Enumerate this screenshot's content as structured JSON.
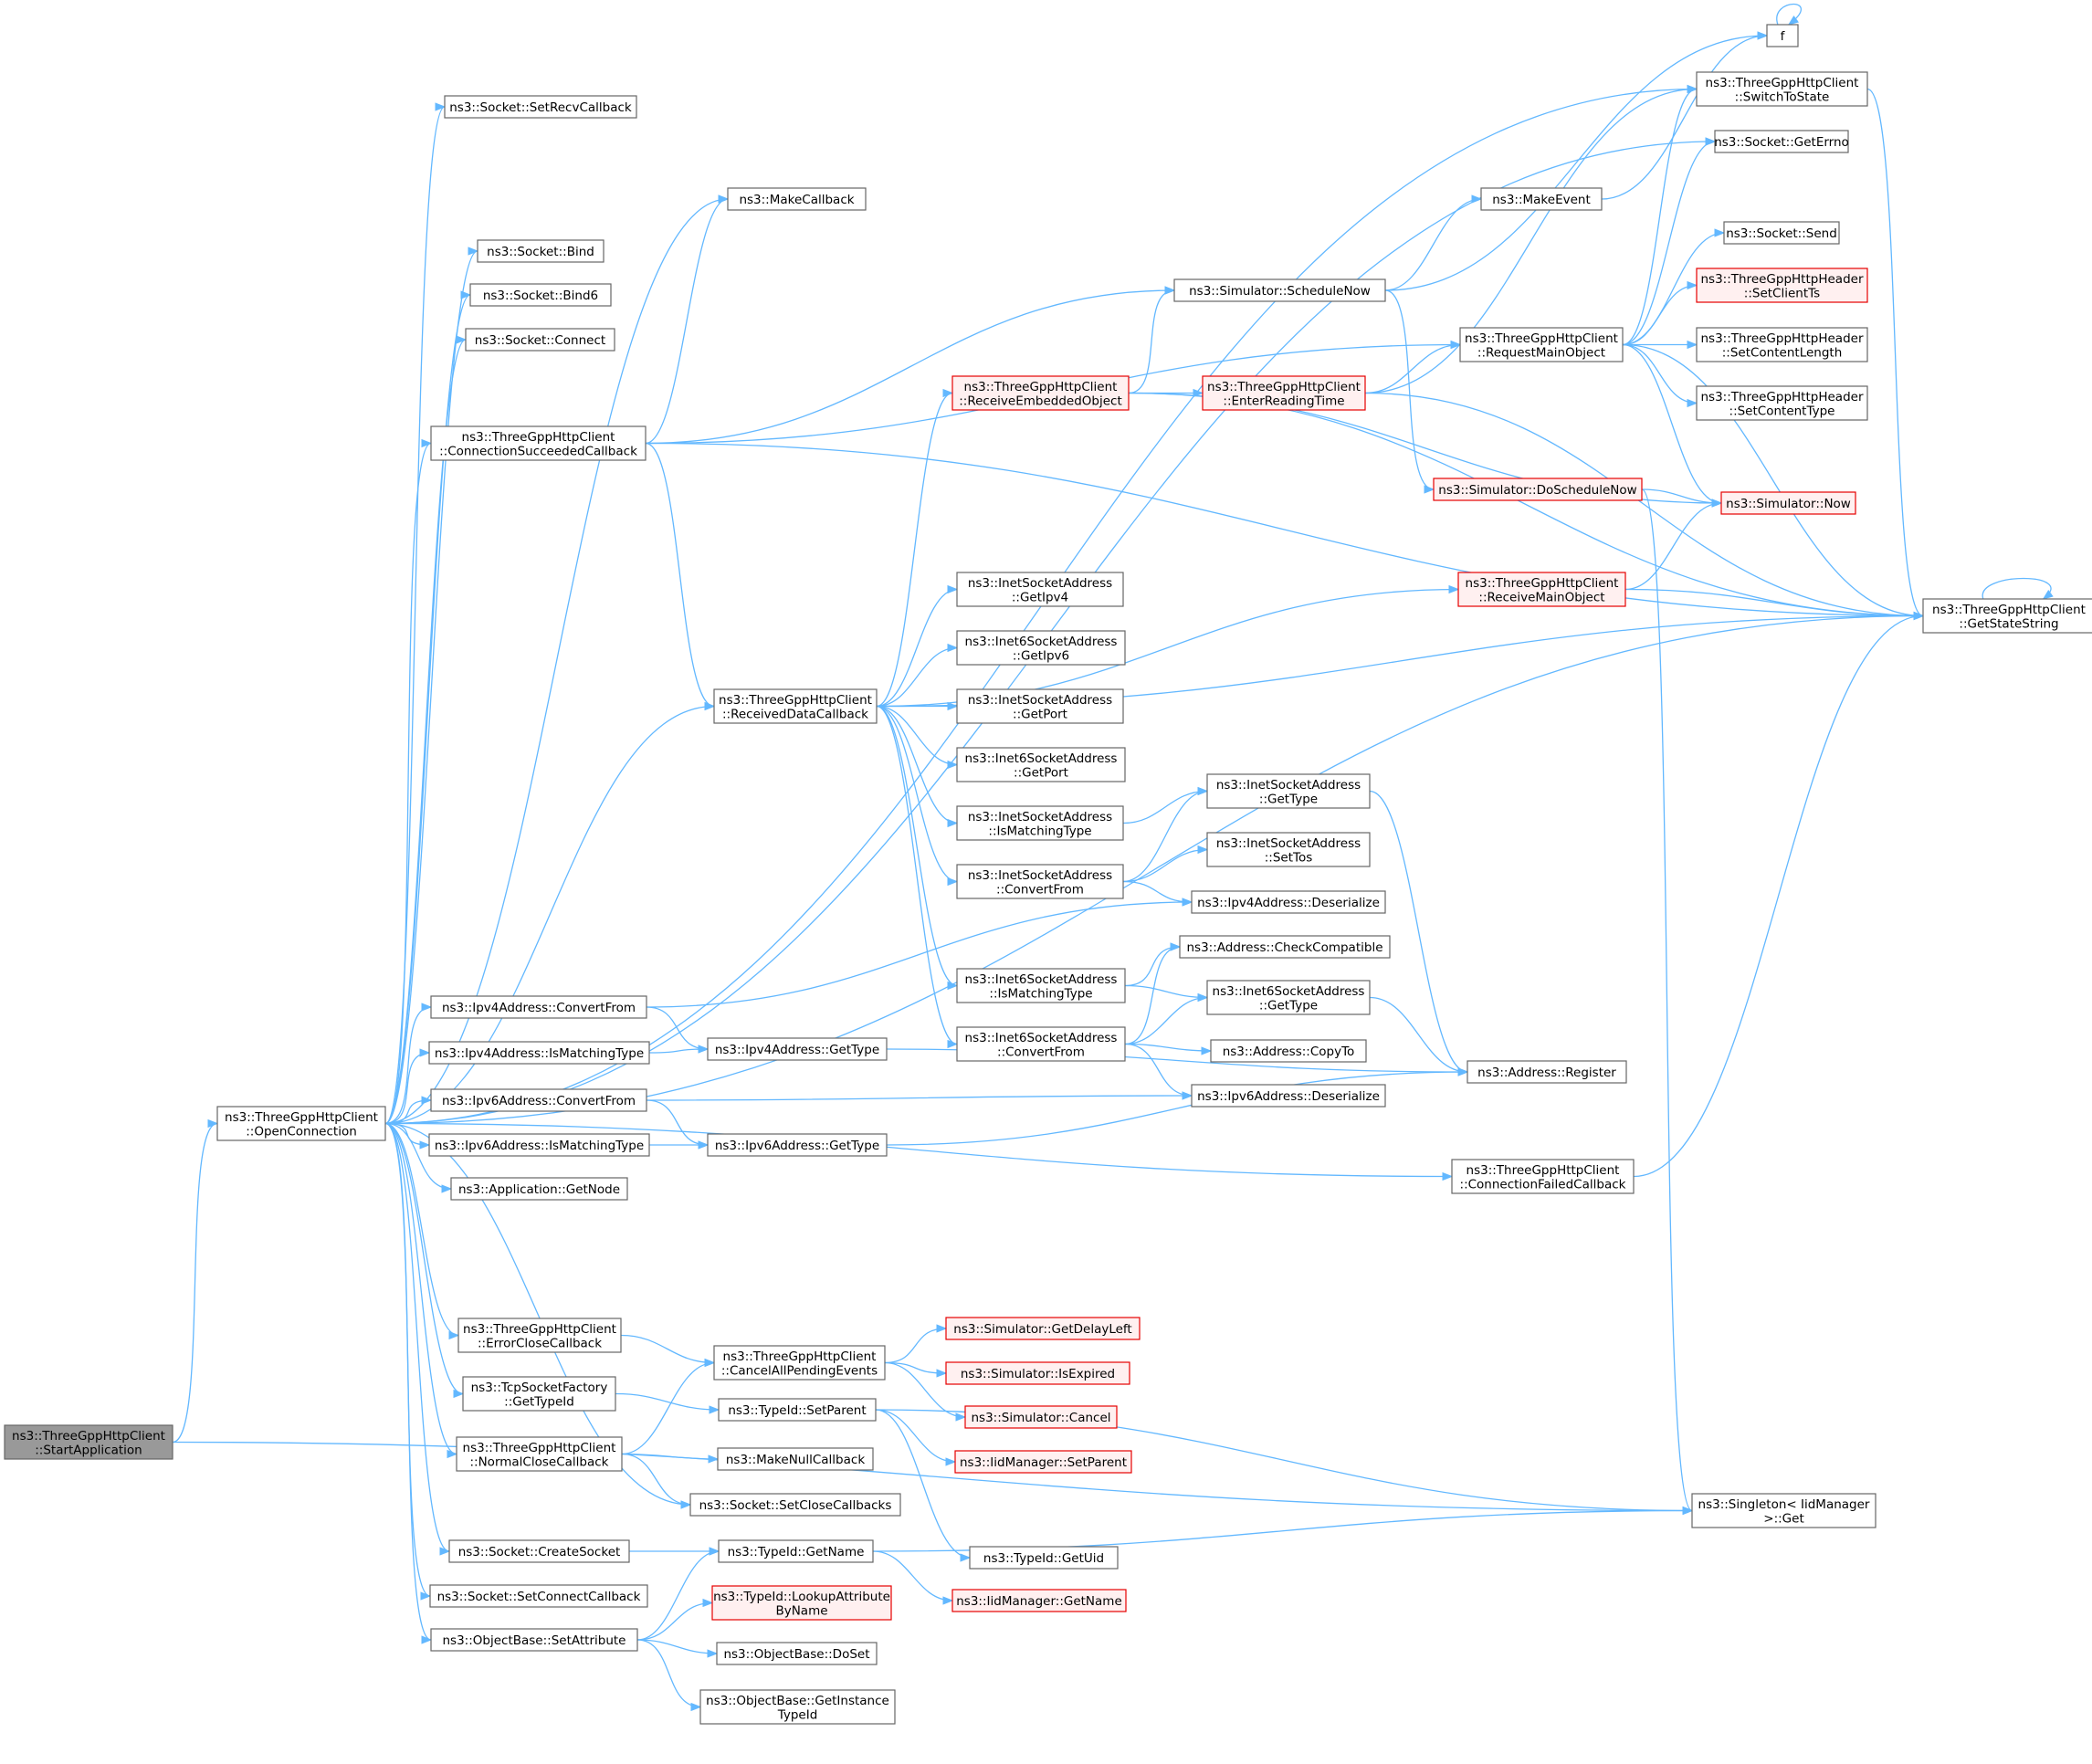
{
  "graph": {
    "colors": {
      "edge": "#63b8ff",
      "node_border": "#666666",
      "highlight_border": "#e60000",
      "highlight_fill": "#fff0f0",
      "root_fill": "#999999"
    },
    "nodes": [
      {
        "id": "start",
        "lines": [
          "ns3::ThreeGppHttpClient",
          "::StartApplication"
        ],
        "style": "root"
      },
      {
        "id": "open",
        "lines": [
          "ns3::ThreeGppHttpClient",
          "::OpenConnection"
        ],
        "style": "normal"
      },
      {
        "id": "setrecv",
        "lines": [
          "ns3::Socket::SetRecvCallback"
        ],
        "style": "normal"
      },
      {
        "id": "makecb",
        "lines": [
          "ns3::MakeCallback"
        ],
        "style": "normal"
      },
      {
        "id": "bind",
        "lines": [
          "ns3::Socket::Bind"
        ],
        "style": "normal"
      },
      {
        "id": "bind6",
        "lines": [
          "ns3::Socket::Bind6"
        ],
        "style": "normal"
      },
      {
        "id": "connect",
        "lines": [
          "ns3::Socket::Connect"
        ],
        "style": "normal"
      },
      {
        "id": "connsucc",
        "lines": [
          "ns3::ThreeGppHttpClient",
          "::ConnectionSucceededCallback"
        ],
        "style": "normal"
      },
      {
        "id": "recvdata",
        "lines": [
          "ns3::ThreeGppHttpClient",
          "::ReceivedDataCallback"
        ],
        "style": "normal"
      },
      {
        "id": "ipv4conv",
        "lines": [
          "ns3::Ipv4Address::ConvertFrom"
        ],
        "style": "normal"
      },
      {
        "id": "ipv4match",
        "lines": [
          "ns3::Ipv4Address::IsMatchingType"
        ],
        "style": "normal"
      },
      {
        "id": "ipv6conv",
        "lines": [
          "ns3::Ipv6Address::ConvertFrom"
        ],
        "style": "normal"
      },
      {
        "id": "ipv6match",
        "lines": [
          "ns3::Ipv6Address::IsMatchingType"
        ],
        "style": "normal"
      },
      {
        "id": "getnode",
        "lines": [
          "ns3::Application::GetNode"
        ],
        "style": "normal"
      },
      {
        "id": "errclose",
        "lines": [
          "ns3::ThreeGppHttpClient",
          "::ErrorCloseCallback"
        ],
        "style": "normal"
      },
      {
        "id": "tcpget",
        "lines": [
          "ns3::TcpSocketFactory",
          "::GetTypeId"
        ],
        "style": "normal"
      },
      {
        "id": "normclose",
        "lines": [
          "ns3::ThreeGppHttpClient",
          "::NormalCloseCallback"
        ],
        "style": "normal"
      },
      {
        "id": "createsock",
        "lines": [
          "ns3::Socket::CreateSocket"
        ],
        "style": "normal"
      },
      {
        "id": "setconncb",
        "lines": [
          "ns3::Socket::SetConnectCallback"
        ],
        "style": "normal"
      },
      {
        "id": "setattr",
        "lines": [
          "ns3::ObjectBase::SetAttribute"
        ],
        "style": "normal"
      },
      {
        "id": "ipv4gettype",
        "lines": [
          "ns3::Ipv4Address::GetType"
        ],
        "style": "normal"
      },
      {
        "id": "ipv6gettype",
        "lines": [
          "ns3::Ipv6Address::GetType"
        ],
        "style": "normal"
      },
      {
        "id": "cancelall",
        "lines": [
          "ns3::ThreeGppHttpClient",
          "::CancelAllPendingEvents"
        ],
        "style": "normal"
      },
      {
        "id": "setparent",
        "lines": [
          "ns3::TypeId::SetParent"
        ],
        "style": "normal"
      },
      {
        "id": "makenull",
        "lines": [
          "ns3::MakeNullCallback"
        ],
        "style": "normal"
      },
      {
        "id": "setclosecb",
        "lines": [
          "ns3::Socket::SetCloseCallbacks"
        ],
        "style": "normal"
      },
      {
        "id": "tidgetname",
        "lines": [
          "ns3::TypeId::GetName"
        ],
        "style": "normal"
      },
      {
        "id": "lookupattr",
        "lines": [
          "ns3::TypeId::LookupAttribute",
          "ByName"
        ],
        "style": "red"
      },
      {
        "id": "doset",
        "lines": [
          "ns3::ObjectBase::DoSet"
        ],
        "style": "normal"
      },
      {
        "id": "getinst",
        "lines": [
          "ns3::ObjectBase::GetInstance",
          "TypeId"
        ],
        "style": "normal"
      },
      {
        "id": "recvemb",
        "lines": [
          "ns3::ThreeGppHttpClient",
          "::ReceiveEmbeddedObject"
        ],
        "style": "red"
      },
      {
        "id": "inetipv4",
        "lines": [
          "ns3::InetSocketAddress",
          "::GetIpv4"
        ],
        "style": "normal"
      },
      {
        "id": "inet6ipv6",
        "lines": [
          "ns3::Inet6SocketAddress",
          "::GetIpv6"
        ],
        "style": "normal"
      },
      {
        "id": "inetport",
        "lines": [
          "ns3::InetSocketAddress",
          "::GetPort"
        ],
        "style": "normal"
      },
      {
        "id": "inet6port",
        "lines": [
          "ns3::Inet6SocketAddress",
          "::GetPort"
        ],
        "style": "normal"
      },
      {
        "id": "inetmatch",
        "lines": [
          "ns3::InetSocketAddress",
          "::IsMatchingType"
        ],
        "style": "normal"
      },
      {
        "id": "inetconv",
        "lines": [
          "ns3::InetSocketAddress",
          "::ConvertFrom"
        ],
        "style": "normal"
      },
      {
        "id": "inet6match",
        "lines": [
          "ns3::Inet6SocketAddress",
          "::IsMatchingType"
        ],
        "style": "normal"
      },
      {
        "id": "inet6conv",
        "lines": [
          "ns3::Inet6SocketAddress",
          "::ConvertFrom"
        ],
        "style": "normal"
      },
      {
        "id": "getdelay",
        "lines": [
          "ns3::Simulator::GetDelayLeft"
        ],
        "style": "red"
      },
      {
        "id": "isexpired",
        "lines": [
          "ns3::Simulator::IsExpired"
        ],
        "style": "red"
      },
      {
        "id": "simcancel",
        "lines": [
          "ns3::Simulator::Cancel"
        ],
        "style": "red"
      },
      {
        "id": "iidsetparent",
        "lines": [
          "ns3::IidManager::SetParent"
        ],
        "style": "red"
      },
      {
        "id": "getuid",
        "lines": [
          "ns3::TypeId::GetUid"
        ],
        "style": "normal"
      },
      {
        "id": "iidgetname",
        "lines": [
          "ns3::IidManager::GetName"
        ],
        "style": "red"
      },
      {
        "id": "schednow",
        "lines": [
          "ns3::Simulator::ScheduleNow"
        ],
        "style": "normal"
      },
      {
        "id": "makeevent",
        "lines": [
          "ns3::MakeEvent"
        ],
        "style": "normal"
      },
      {
        "id": "enterread",
        "lines": [
          "ns3::ThreeGppHttpClient",
          "::EnterReadingTime"
        ],
        "style": "red"
      },
      {
        "id": "doschednow",
        "lines": [
          "ns3::Simulator::DoScheduleNow"
        ],
        "style": "red"
      },
      {
        "id": "recvmain",
        "lines": [
          "ns3::ThreeGppHttpClient",
          "::ReceiveMainObject"
        ],
        "style": "red"
      },
      {
        "id": "inetgettype",
        "lines": [
          "ns3::InetSocketAddress",
          "::GetType"
        ],
        "style": "normal"
      },
      {
        "id": "settos",
        "lines": [
          "ns3::InetSocketAddress",
          "::SetTos"
        ],
        "style": "normal"
      },
      {
        "id": "ipv4deser",
        "lines": [
          "ns3::Ipv4Address::Deserialize"
        ],
        "style": "normal"
      },
      {
        "id": "checkcompat",
        "lines": [
          "ns3::Address::CheckCompatible"
        ],
        "style": "normal"
      },
      {
        "id": "inet6gettype",
        "lines": [
          "ns3::Inet6SocketAddress",
          "::GetType"
        ],
        "style": "normal"
      },
      {
        "id": "copyto",
        "lines": [
          "ns3::Address::CopyTo"
        ],
        "style": "normal"
      },
      {
        "id": "ipv6deser",
        "lines": [
          "ns3::Ipv6Address::Deserialize"
        ],
        "style": "normal"
      },
      {
        "id": "connfail",
        "lines": [
          "ns3::ThreeGppHttpClient",
          "::ConnectionFailedCallback"
        ],
        "style": "normal"
      },
      {
        "id": "register",
        "lines": [
          "ns3::Address::Register"
        ],
        "style": "normal"
      },
      {
        "id": "reqmain",
        "lines": [
          "ns3::ThreeGppHttpClient",
          "::RequestMainObject"
        ],
        "style": "normal"
      },
      {
        "id": "f",
        "lines": [
          "f"
        ],
        "style": "normal"
      },
      {
        "id": "switchto",
        "lines": [
          "ns3::ThreeGppHttpClient",
          "::SwitchToState"
        ],
        "style": "normal"
      },
      {
        "id": "geterrno",
        "lines": [
          "ns3::Socket::GetErrno"
        ],
        "style": "normal"
      },
      {
        "id": "send",
        "lines": [
          "ns3::Socket::Send"
        ],
        "style": "normal"
      },
      {
        "id": "setclientts",
        "lines": [
          "ns3::ThreeGppHttpHeader",
          "::SetClientTs"
        ],
        "style": "red"
      },
      {
        "id": "setcontlen",
        "lines": [
          "ns3::ThreeGppHttpHeader",
          "::SetContentLength"
        ],
        "style": "normal"
      },
      {
        "id": "setconttype",
        "lines": [
          "ns3::ThreeGppHttpHeader",
          "::SetContentType"
        ],
        "style": "normal"
      },
      {
        "id": "now",
        "lines": [
          "ns3::Simulator::Now"
        ],
        "style": "red"
      },
      {
        "id": "getstatestr",
        "lines": [
          "ns3::ThreeGppHttpClient",
          "::GetStateString"
        ],
        "style": "normal"
      },
      {
        "id": "singleton",
        "lines": [
          "ns3::Singleton< IidManager",
          ">::Get"
        ],
        "style": "normal"
      }
    ],
    "edges": [
      [
        "start",
        "open"
      ],
      [
        "start",
        "singleton"
      ],
      [
        "open",
        "setrecv"
      ],
      [
        "open",
        "switchto"
      ],
      [
        "open",
        "makecb"
      ],
      [
        "open",
        "bind"
      ],
      [
        "open",
        "bind6"
      ],
      [
        "open",
        "connect"
      ],
      [
        "open",
        "geterrno"
      ],
      [
        "open",
        "connsucc"
      ],
      [
        "open",
        "recvdata"
      ],
      [
        "open",
        "ipv4conv"
      ],
      [
        "open",
        "ipv4match"
      ],
      [
        "open",
        "ipv6conv"
      ],
      [
        "open",
        "ipv6match"
      ],
      [
        "open",
        "getnode"
      ],
      [
        "open",
        "connfail"
      ],
      [
        "open",
        "getstatestr"
      ],
      [
        "open",
        "errclose"
      ],
      [
        "open",
        "tcpget"
      ],
      [
        "open",
        "normclose"
      ],
      [
        "open",
        "setclosecb"
      ],
      [
        "open",
        "createsock"
      ],
      [
        "open",
        "setconncb"
      ],
      [
        "open",
        "setattr"
      ],
      [
        "connsucc",
        "makecb"
      ],
      [
        "connsucc",
        "schednow"
      ],
      [
        "connsucc",
        "reqmain"
      ],
      [
        "connsucc",
        "recvdata"
      ],
      [
        "connsucc",
        "getstatestr"
      ],
      [
        "recvdata",
        "recvemb"
      ],
      [
        "recvdata",
        "recvmain"
      ],
      [
        "recvdata",
        "getstatestr"
      ],
      [
        "recvdata",
        "inetipv4"
      ],
      [
        "recvdata",
        "inet6ipv6"
      ],
      [
        "recvdata",
        "inetport"
      ],
      [
        "recvdata",
        "inet6port"
      ],
      [
        "recvdata",
        "inetmatch"
      ],
      [
        "recvdata",
        "inetconv"
      ],
      [
        "recvdata",
        "inet6match"
      ],
      [
        "recvdata",
        "inet6conv"
      ],
      [
        "recvemb",
        "schednow"
      ],
      [
        "recvemb",
        "enterread"
      ],
      [
        "recvemb",
        "now"
      ],
      [
        "recvemb",
        "getstatestr"
      ],
      [
        "schednow",
        "f"
      ],
      [
        "schednow",
        "makeevent"
      ],
      [
        "schednow",
        "doschednow"
      ],
      [
        "makeevent",
        "f"
      ],
      [
        "f",
        "f"
      ],
      [
        "enterread",
        "reqmain"
      ],
      [
        "enterread",
        "switchto"
      ],
      [
        "enterread",
        "getstatestr"
      ],
      [
        "doschednow",
        "now"
      ],
      [
        "doschednow",
        "singleton"
      ],
      [
        "recvmain",
        "now"
      ],
      [
        "recvmain",
        "getstatestr"
      ],
      [
        "reqmain",
        "switchto"
      ],
      [
        "reqmain",
        "geterrno"
      ],
      [
        "reqmain",
        "send"
      ],
      [
        "reqmain",
        "setclientts"
      ],
      [
        "reqmain",
        "setcontlen"
      ],
      [
        "reqmain",
        "setconttype"
      ],
      [
        "reqmain",
        "now"
      ],
      [
        "reqmain",
        "getstatestr"
      ],
      [
        "switchto",
        "getstatestr"
      ],
      [
        "getstatestr",
        "getstatestr"
      ],
      [
        "inetmatch",
        "inetgettype"
      ],
      [
        "inetconv",
        "inetgettype"
      ],
      [
        "inetconv",
        "settos"
      ],
      [
        "inetconv",
        "ipv4deser"
      ],
      [
        "inet6match",
        "checkcompat"
      ],
      [
        "inet6match",
        "inet6gettype"
      ],
      [
        "inet6conv",
        "checkcompat"
      ],
      [
        "inet6conv",
        "inet6gettype"
      ],
      [
        "inet6conv",
        "copyto"
      ],
      [
        "inet6conv",
        "ipv6deser"
      ],
      [
        "inetgettype",
        "register"
      ],
      [
        "inet6gettype",
        "register"
      ],
      [
        "ipv4conv",
        "ipv4deser"
      ],
      [
        "ipv4conv",
        "ipv4gettype"
      ],
      [
        "ipv4match",
        "ipv4gettype"
      ],
      [
        "ipv6conv",
        "ipv6deser"
      ],
      [
        "ipv6conv",
        "ipv6gettype"
      ],
      [
        "ipv6match",
        "ipv6gettype"
      ],
      [
        "ipv4gettype",
        "register"
      ],
      [
        "ipv6gettype",
        "register"
      ],
      [
        "connfail",
        "getstatestr"
      ],
      [
        "errclose",
        "cancelall"
      ],
      [
        "normclose",
        "cancelall"
      ],
      [
        "normclose",
        "makenull"
      ],
      [
        "normclose",
        "setclosecb"
      ],
      [
        "tcpget",
        "setparent"
      ],
      [
        "createsock",
        "tidgetname"
      ],
      [
        "cancelall",
        "getdelay"
      ],
      [
        "cancelall",
        "isexpired"
      ],
      [
        "cancelall",
        "simcancel"
      ],
      [
        "setparent",
        "iidsetparent"
      ],
      [
        "setparent",
        "getuid"
      ],
      [
        "setparent",
        "singleton"
      ],
      [
        "tidgetname",
        "iidgetname"
      ],
      [
        "tidgetname",
        "singleton"
      ],
      [
        "setattr",
        "tidgetname"
      ],
      [
        "setattr",
        "lookupattr"
      ],
      [
        "setattr",
        "doset"
      ],
      [
        "setattr",
        "getinst"
      ]
    ]
  }
}
